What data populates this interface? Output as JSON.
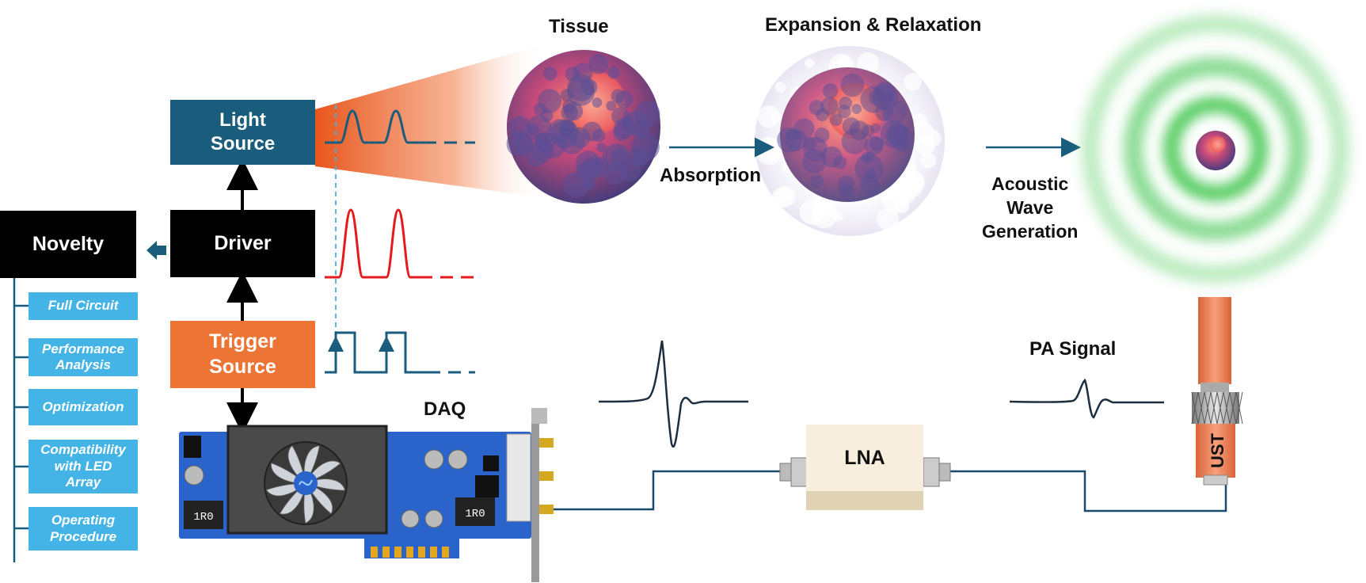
{
  "blocks": {
    "light_source": [
      "Light",
      "Source"
    ],
    "driver": "Driver",
    "trigger_source": [
      "Trigger",
      "Source"
    ],
    "novelty": "Novelty"
  },
  "novelty_items": [
    [
      "Full Circuit"
    ],
    [
      "Performance",
      "Analysis"
    ],
    [
      "Optimization"
    ],
    [
      "Compatibility",
      "with LED",
      "Array"
    ],
    [
      "Operating",
      "Procedure"
    ]
  ],
  "labels": {
    "tissue": "Tissue",
    "expansion": "Expansion & Relaxation",
    "absorption": "Absorption",
    "acoustic": [
      "Acoustic",
      "Wave",
      "Generation"
    ],
    "pa_signal": "PA Signal",
    "daq": "DAQ",
    "lna": "LNA",
    "ust": "UST",
    "chip_1": "1R0",
    "chip_2": "1R0"
  },
  "colors": {
    "light_source": "#1a5c7c",
    "trigger_source": "#ec7434",
    "driver": "#000000",
    "novelty_item": "#44b4e6",
    "pulse_red": "#e41a1c",
    "pulse_blue": "#1a5c7c",
    "wave_green": "#3ec54b",
    "pcb_blue": "#2a63c9"
  }
}
